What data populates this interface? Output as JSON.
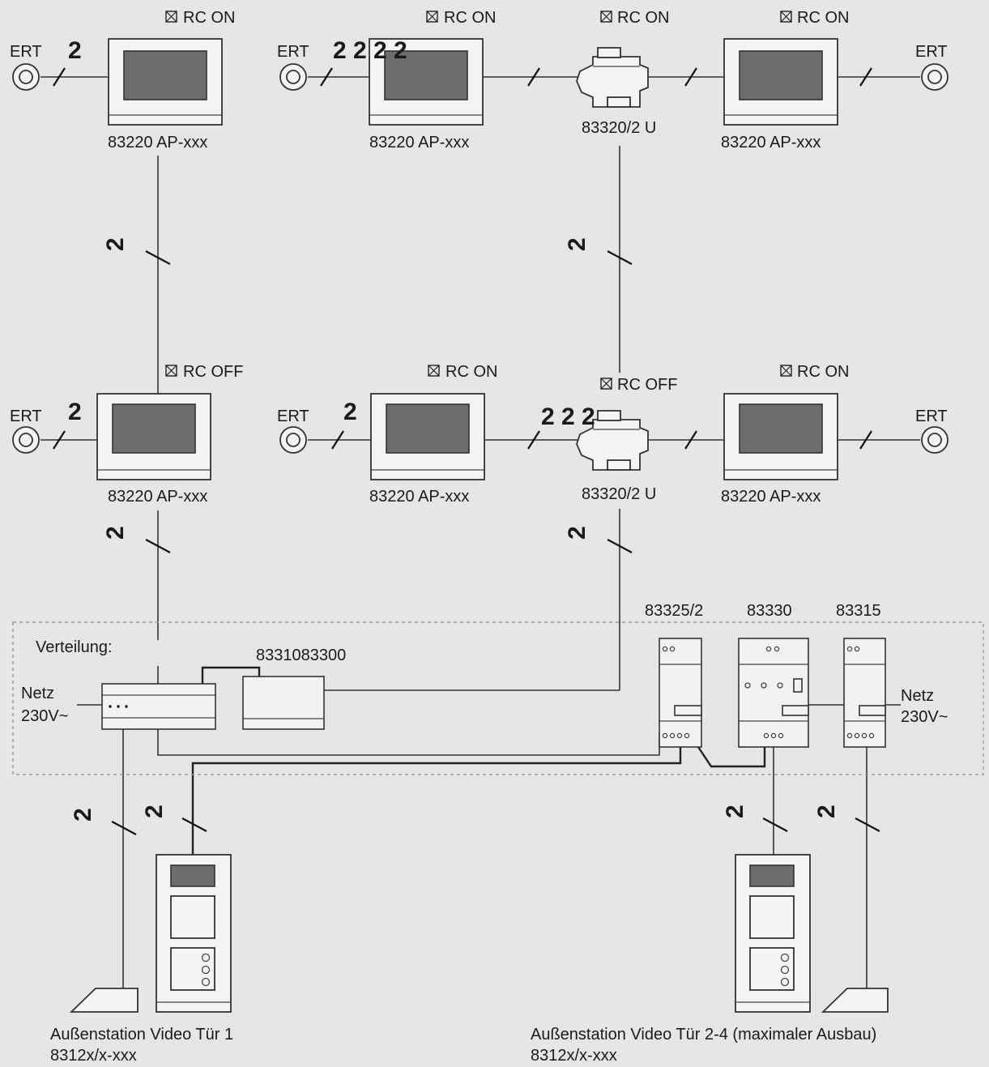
{
  "labels": {
    "rc_on": "RC ON",
    "rc_off": "RC OFF",
    "ert": "ERT",
    "monitor_model": "83220 AP-xxx",
    "distributor_model": "83320/2 U",
    "count": "2",
    "count_multi_top": "2 2 2 2",
    "count_multi_mid": "2 2 2",
    "verteilung": "Verteilung:",
    "netz": "Netz",
    "voltage": "230V~",
    "psu_models": "8331083300",
    "module_a": "83325/2",
    "module_b": "83330",
    "module_c": "83315",
    "door1_title": "Außenstation Video Tür 1",
    "door1_model": "8312x/x-xxx",
    "door2_title": "Außenstation Video Tür 2-4 (maximaler Ausbau)",
    "door2_model": "8312x/x-xxx"
  }
}
